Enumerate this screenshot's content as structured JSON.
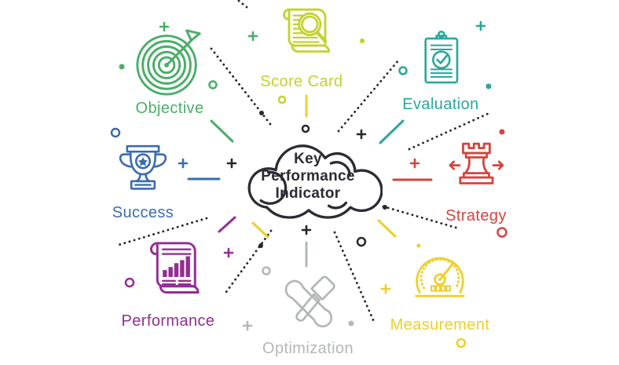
{
  "accent_dark": "#26262e",
  "cloud": {
    "lines": [
      "Key",
      "Performance",
      "Indicator"
    ],
    "color": "#2b2b33"
  },
  "nodes": [
    {
      "label": "Objective",
      "color": "#4aae68",
      "icon": "target-arrow-icon"
    },
    {
      "label": "Score Card",
      "color": "#c3d22e",
      "icon": "scroll-magnifier-icon"
    },
    {
      "label": "Evaluation",
      "color": "#2aa79b",
      "icon": "clipboard-check-icon"
    },
    {
      "label": "Success",
      "color": "#3a6cb0",
      "icon": "trophy-icon"
    },
    {
      "label": "Strategy",
      "color": "#d5433d",
      "icon": "chess-rook-icon"
    },
    {
      "label": "Performance",
      "color": "#942d94",
      "icon": "scroll-barchart-icon"
    },
    {
      "label": "Optimization",
      "color": "#b2b8b5",
      "icon": "crossed-tools-icon"
    },
    {
      "label": "Measurement",
      "color": "#eecf2a",
      "icon": "gauge-icon"
    }
  ]
}
